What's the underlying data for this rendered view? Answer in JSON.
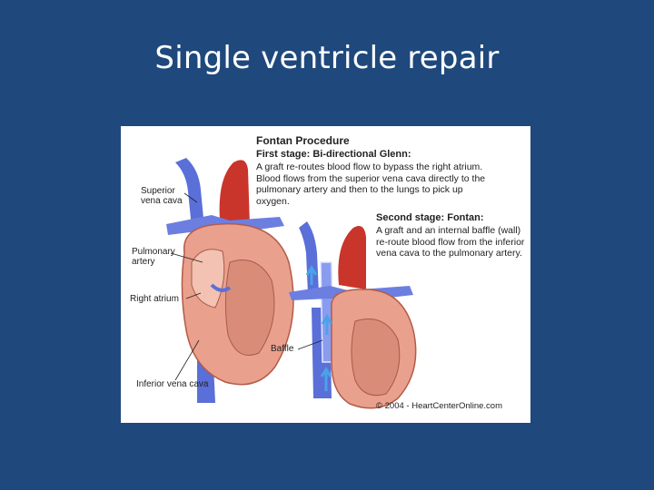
{
  "slide": {
    "title": "Single ventricle repair"
  },
  "figure": {
    "procedure_title": "Fontan Procedure",
    "stage1": {
      "heading": "First stage: Bi-directional Glenn:",
      "text": "A graft re-routes blood flow to bypass the right atrium. Blood flows from the superior vena cava directly to the pulmonary artery and then to the lungs to pick up oxygen."
    },
    "stage2": {
      "heading": "Second stage: Fontan:",
      "text": "A graft and an internal baffle (wall) re-route blood flow from the inferior vena cava to the pulmonary artery."
    },
    "labels": {
      "superior_vena_cava": "Superior vena cava",
      "pulmonary_artery": "Pulmonary artery",
      "right_atrium": "Right atrium",
      "inferior_vena_cava": "Inferior vena cava",
      "baffle": "Baffle"
    },
    "copyright": "© 2004 - HeartCenterOnline.com",
    "colors": {
      "background": "#1f487c",
      "vein": "#5a6fd8",
      "artery": "#c9352a",
      "muscle": "#e9a08c"
    }
  }
}
